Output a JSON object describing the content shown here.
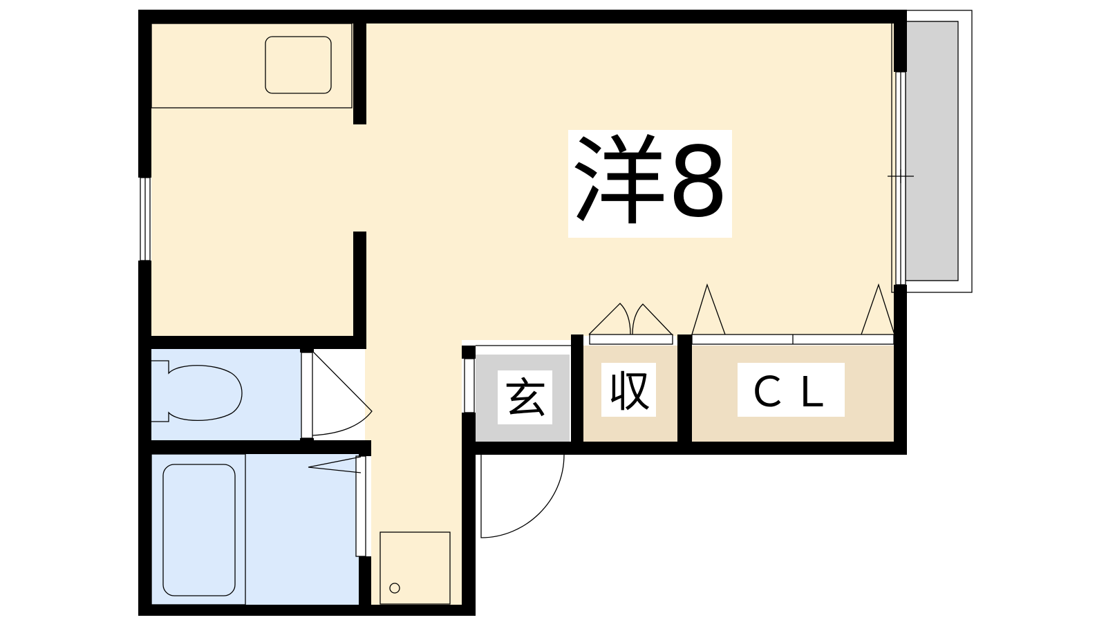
{
  "floorplan": {
    "rooms": {
      "western": {
        "label": "洋8",
        "color": "#fdf0d2"
      },
      "entrance": {
        "label": "玄",
        "color": "#d3d3d3"
      },
      "storage": {
        "label": "収",
        "color": "#efdfc3"
      },
      "closet": {
        "label": "ＣＬ",
        "color": "#efdfc3"
      },
      "toilet": {
        "color": "#dbeafc"
      },
      "bath": {
        "color": "#dbeafc"
      }
    },
    "colors": {
      "wall": "#000000",
      "balcony": "#d3d3d3",
      "outside": "#ffffff"
    }
  }
}
